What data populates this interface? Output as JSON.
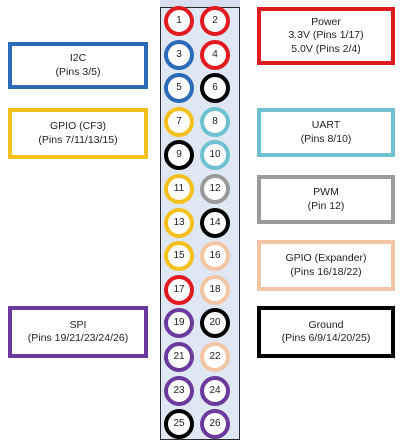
{
  "colors": {
    "power": "#e01a1f",
    "i2c": "#2b6ab8",
    "gpio_cf3": "#f4c01e",
    "uart": "#6fc0d0",
    "pwm": "#9a9a9a",
    "gpio_expander": "#f2c6a4",
    "spi": "#6a3a9c",
    "ground": "#000000"
  },
  "pins": [
    {
      "number": "1",
      "group": "power"
    },
    {
      "number": "2",
      "group": "power"
    },
    {
      "number": "3",
      "group": "i2c"
    },
    {
      "number": "4",
      "group": "power"
    },
    {
      "number": "5",
      "group": "i2c"
    },
    {
      "number": "6",
      "group": "ground"
    },
    {
      "number": "7",
      "group": "gpio_cf3"
    },
    {
      "number": "8",
      "group": "uart"
    },
    {
      "number": "9",
      "group": "ground"
    },
    {
      "number": "10",
      "group": "uart"
    },
    {
      "number": "11",
      "group": "gpio_cf3"
    },
    {
      "number": "12",
      "group": "pwm"
    },
    {
      "number": "13",
      "group": "gpio_cf3"
    },
    {
      "number": "14",
      "group": "ground"
    },
    {
      "number": "15",
      "group": "gpio_cf3"
    },
    {
      "number": "16",
      "group": "gpio_expander"
    },
    {
      "number": "17",
      "group": "power"
    },
    {
      "number": "18",
      "group": "gpio_expander"
    },
    {
      "number": "19",
      "group": "spi"
    },
    {
      "number": "20",
      "group": "ground"
    },
    {
      "number": "21",
      "group": "spi"
    },
    {
      "number": "22",
      "group": "gpio_expander"
    },
    {
      "number": "23",
      "group": "spi"
    },
    {
      "number": "24",
      "group": "spi"
    },
    {
      "number": "25",
      "group": "ground"
    },
    {
      "number": "26",
      "group": "spi"
    }
  ],
  "legend": {
    "power": {
      "title": "Power",
      "lines": [
        "3.3V (Pins 1/17)",
        "5.0V (Pins 2/4)"
      ]
    },
    "i2c": {
      "title": "I2C",
      "lines": [
        "(Pins 3/5)"
      ]
    },
    "gpio_cf3": {
      "title": "GPIO (CF3)",
      "lines": [
        "(Pins 7/11/13/15)"
      ]
    },
    "uart": {
      "title": "UART",
      "lines": [
        "(Pins 8/10)"
      ]
    },
    "pwm": {
      "title": "PWM",
      "lines": [
        "(Pin 12)"
      ]
    },
    "gpio_expander": {
      "title": "GPIO (Expander)",
      "lines": [
        "(Pins 16/18/22)"
      ]
    },
    "spi": {
      "title": "SPI",
      "lines": [
        "(Pins 19/21/23/24/26)"
      ]
    },
    "ground": {
      "title": "Ground",
      "lines": [
        "(Pins 6/9/14/20/25)"
      ]
    }
  }
}
